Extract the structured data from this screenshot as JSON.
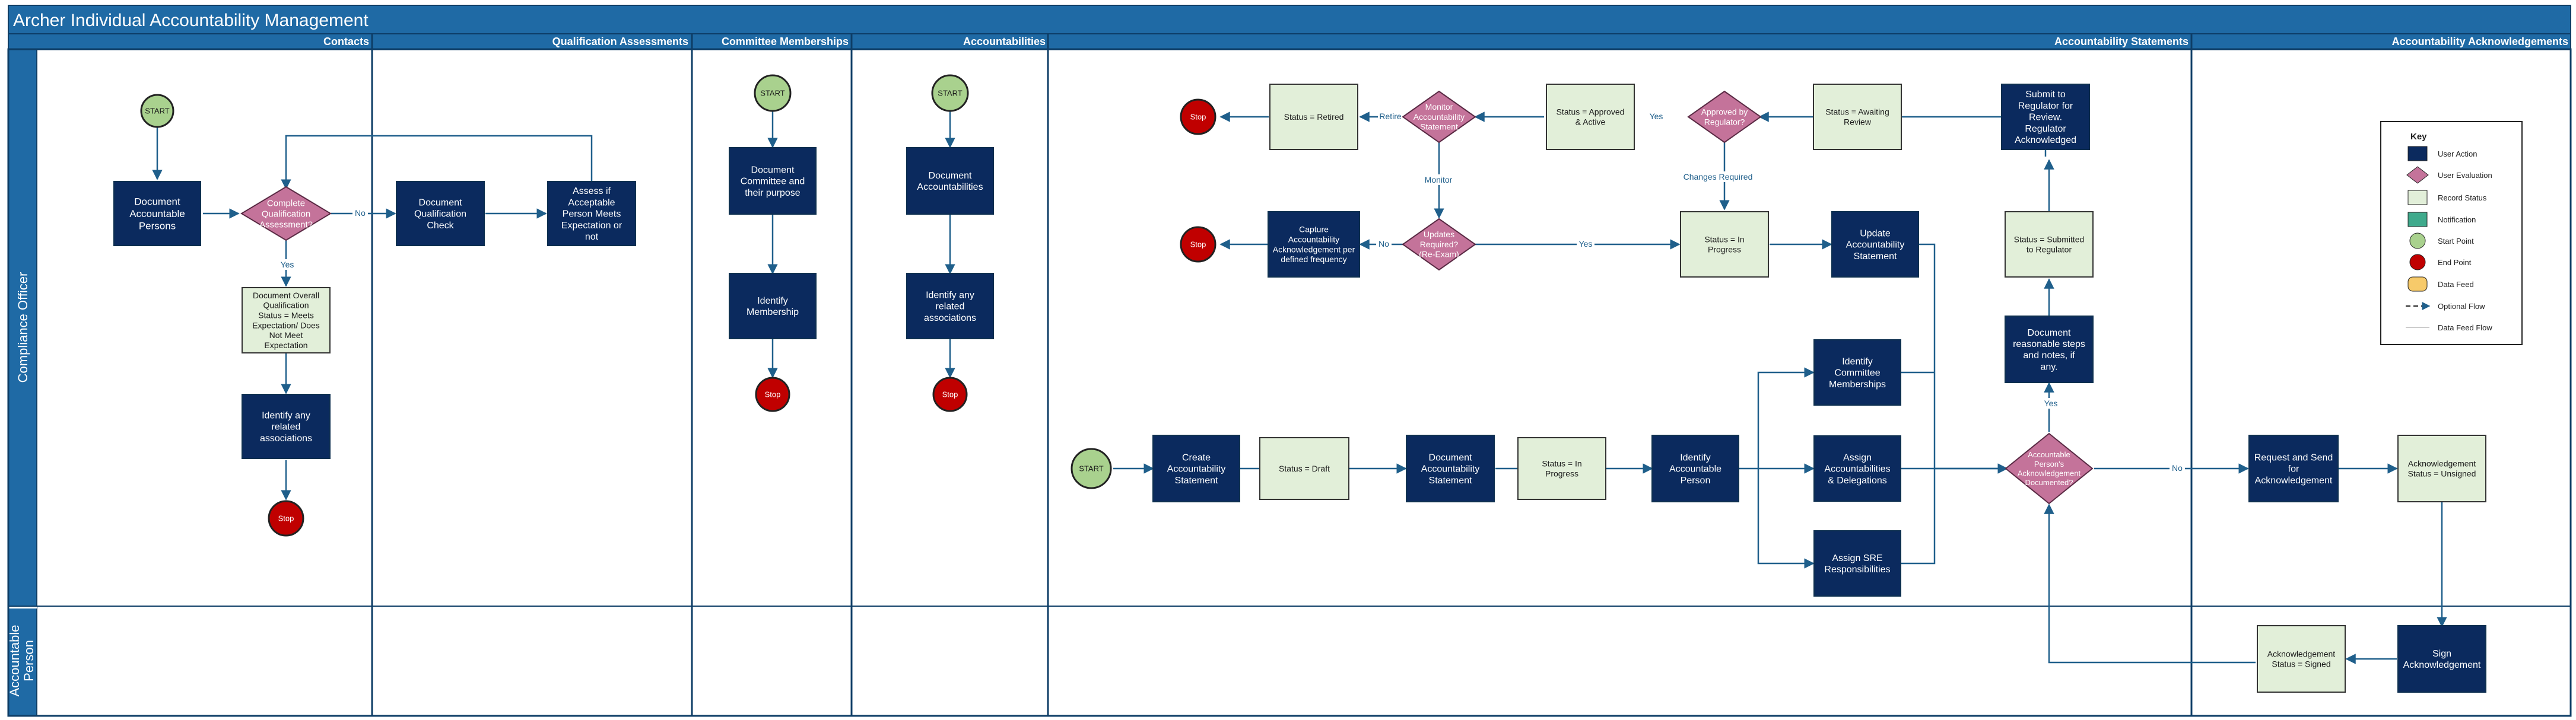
{
  "title": "Archer Individual Accountability Management",
  "lanes": {
    "compliance_officer": "Compliance Officer",
    "accountable_person": "Accountable Person"
  },
  "columns": {
    "contacts": "Contacts",
    "qualification": "Qualification Assessments",
    "committee": "Committee Memberships",
    "accountabilities": "Accountabilities",
    "statements": "Accountability Statements",
    "acknowledgements": "Accountability Acknowledgements"
  },
  "nodes": {
    "start1": "START",
    "doc_persons": "Document Accountable Persons",
    "complete_qual": "Complete Qualification Assessment?",
    "doc_qual_check": "Document Qualification Check",
    "assess_acceptable": "Assess if Acceptable Person Meets Expectation or not",
    "doc_overall_status": "Document Overall Qualification Status = Meets Expectation/ Does Not Meet Expectation",
    "identify_assoc1": "Identify any related associations",
    "stop1": "Stop",
    "start2": "START",
    "doc_committee": "Document Committee and their purpose",
    "identify_membership": "Identify Membership",
    "stop2": "Stop",
    "start3": "START",
    "doc_accountabilities": "Document Accountabilities",
    "identify_assoc2": "Identify any related associations",
    "stop3": "Stop",
    "stop4": "Stop",
    "status_retired": "Status = Retired",
    "monitor_statement": "Monitor Accountability Statement",
    "status_approved": "Status = Approved & Active",
    "approved_regulator": "Approved by Regulator?",
    "status_awaiting": "Status = Awaiting Review",
    "submit_regulator": "Submit to Regulator for Review. Regulator Acknowledged",
    "stop5": "Stop",
    "capture_ack": "Capture Accountability Acknowledgement per defined frequency",
    "updates_required": "Updates Required? (Re-Exam)",
    "status_in_progress_top": "Status = In Progress",
    "update_statement": "Update Accountability Statement",
    "status_submitted": "Status = Submitted to Regulator",
    "document_steps": "Document reasonable steps and notes, if any.",
    "identify_committee_memberships": "Identify Committee Memberships",
    "start4": "START",
    "create_statement": "Create Accountability Statement",
    "status_draft": "Status = Draft",
    "doc_statement": "Document Accountability Statement",
    "status_in_progress": "Status = In Progress",
    "identify_person": "Identify Accountable Person",
    "assign_accountabilities": "Assign Accountabilities & Delegations",
    "assign_sre": "Assign SRE Responsibilities",
    "ack_documented": "Accountable Person's Acknowledgement Documented?",
    "request_send": "Request and Send for Acknowledgement",
    "ack_unsigned": "Acknowledgement Status = Unsigned",
    "sign_ack": "Sign Acknowledgement",
    "ack_signed": "Acknowledgement Status = Signed"
  },
  "edge_labels": {
    "no1": "No",
    "yes1": "Yes",
    "retire": "Retire",
    "yes_approved": "Yes",
    "monitor": "Monitor",
    "changes_required": "Changes Required",
    "no2": "No",
    "yes2": "Yes",
    "yes3": "Yes",
    "no3": "No"
  },
  "key": {
    "title": "Key",
    "items": [
      "User Action",
      "User Evaluation",
      "Record Status",
      "Notification",
      "Start Point",
      "End Point",
      "Data Feed",
      "Optional Flow",
      "Data Feed Flow"
    ]
  },
  "colors": {
    "header_blue": "#1f6aa5",
    "action_navy": "#0b2a5e",
    "evaluation_pink": "#c4739a",
    "status_green": "#e2efd9",
    "start_green": "#a9d18e",
    "stop_red": "#c00000",
    "notification_teal": "#3faa8c",
    "datafeed_yellow": "#f7ca6a",
    "line": "#1f5f8b"
  }
}
